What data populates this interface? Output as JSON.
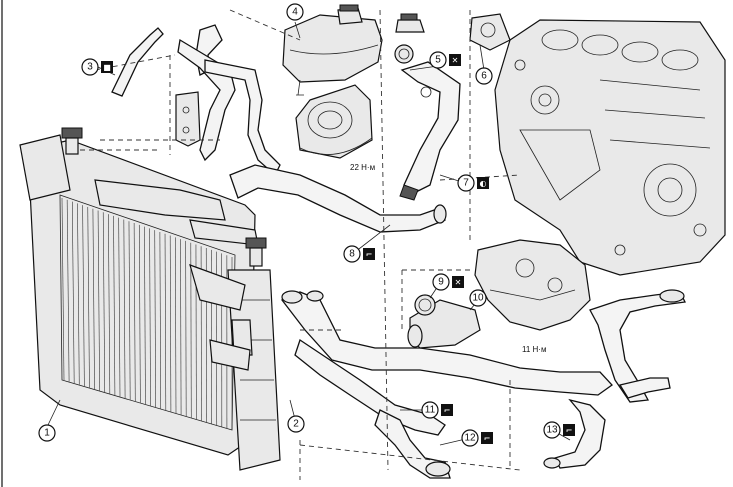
{
  "callouts": [
    {
      "num": "1",
      "symbol": ""
    },
    {
      "num": "2",
      "symbol": ""
    },
    {
      "num": "3",
      "symbol": "gasket-square"
    },
    {
      "num": "4",
      "symbol": ""
    },
    {
      "num": "5",
      "symbol": "replace-x"
    },
    {
      "num": "6",
      "symbol": ""
    },
    {
      "num": "7",
      "symbol": "sealant"
    },
    {
      "num": "8",
      "symbol": "clamp"
    },
    {
      "num": "9",
      "symbol": "replace-x"
    },
    {
      "num": "10",
      "symbol": ""
    },
    {
      "num": "11",
      "symbol": "clamp"
    },
    {
      "num": "12",
      "symbol": "clamp"
    },
    {
      "num": "13",
      "symbol": "clamp"
    }
  ],
  "torques": [
    "22 Н·м",
    "11 Н·м"
  ],
  "symbol_glyphs": {
    "replace-x": "✕",
    "clamp": "⌐",
    "sealant": "◐",
    "gasket-square": "■"
  }
}
